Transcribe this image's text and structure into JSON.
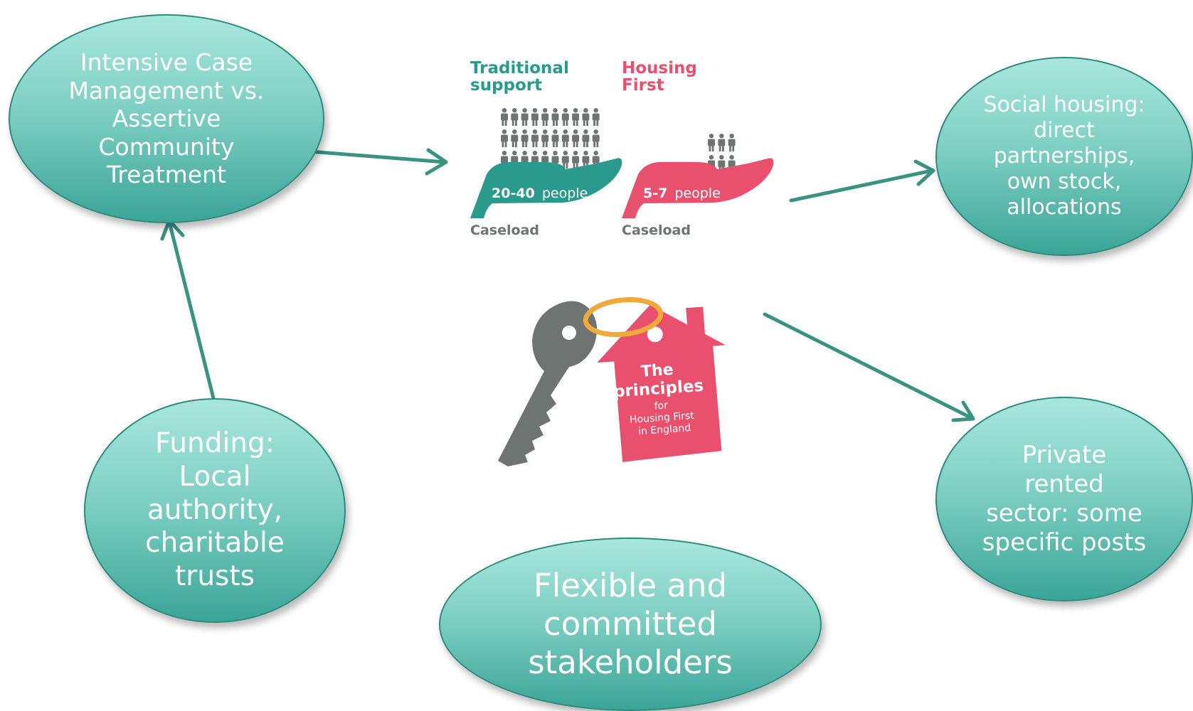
{
  "nodes": {
    "icm": "Intensive Case\nManagement vs.\nAssertive\nCommunity\nTreatment",
    "funding": "Funding:\nLocal\nauthority,\ncharitable\ntrusts",
    "social": "Social housing:\ndirect\npartnerships,\nown stock,\nallocations",
    "private": "Private\nrented\nsector: some\nspecific posts",
    "stakeholders": "Flexible and\ncommitted\nstakeholders"
  },
  "caseload": {
    "traditional_title": "Traditional\nsupport",
    "traditional_count": "20-40",
    "traditional_unit": "people",
    "housing_first_title": "Housing\nFirst",
    "housing_first_count": "5-7",
    "housing_first_unit": "people",
    "caption": "Caseload"
  },
  "logo": {
    "line1": "The",
    "line2": "principles",
    "line3": "for",
    "line4": "Housing First",
    "line5": "in England"
  },
  "colors": {
    "teal": "#2a9a8c",
    "pink": "#e8506e",
    "gray": "#6e7472",
    "ring": "#f0a93c"
  }
}
